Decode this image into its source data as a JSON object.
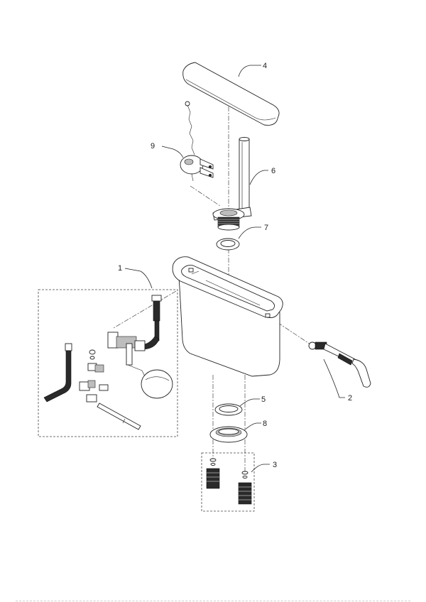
{
  "diagram": {
    "callouts": [
      {
        "id": "c1",
        "label": "1"
      },
      {
        "id": "c2",
        "label": "2"
      },
      {
        "id": "c3",
        "label": "3"
      },
      {
        "id": "c4",
        "label": "4"
      },
      {
        "id": "c5",
        "label": "5"
      },
      {
        "id": "c6",
        "label": "6"
      },
      {
        "id": "c7",
        "label": "7"
      },
      {
        "id": "c8",
        "label": "8"
      },
      {
        "id": "c9",
        "label": "9"
      }
    ]
  }
}
